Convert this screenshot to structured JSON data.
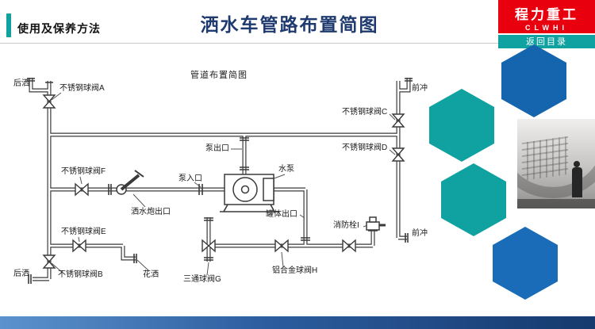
{
  "header": {
    "section_label": "使用及保养方法",
    "title": "洒水车管路布置简图"
  },
  "logo": {
    "brand": "程力重工",
    "sub": "CLWHI"
  },
  "nav": {
    "back_button": "返回目录"
  },
  "diagram": {
    "title": "管道布置简图",
    "labels": {
      "rear_spray_top": "后洒",
      "valve_a": "不锈钢球阀A",
      "front_flush_top": "前冲",
      "valve_c": "不锈钢球阀C",
      "valve_d": "不锈钢球阀D",
      "pump_outlet": "泵出口",
      "water_pump": "水泵",
      "pump_inlet": "泵入口",
      "valve_f": "不锈钢球阀F",
      "cannon_outlet": "洒水炮出口",
      "tank_outlet": "罐体出口",
      "fire_hydrant": "消防栓I",
      "valve_e": "不锈钢球阀E",
      "front_flush_right": "前冲",
      "rear_spray_bottom": "后洒",
      "valve_b": "不锈钢球阀B",
      "sprinkler": "花洒",
      "three_way_valve": "三通球阀G",
      "valve_h": "铝合金球阀H"
    }
  },
  "colors": {
    "accent_teal": "#10a2a0",
    "brand_red": "#e8000f",
    "title_navy": "#1e3a6e",
    "hex_blue": "#1b6cb8",
    "hex_blue_dark": "#1565ae"
  }
}
